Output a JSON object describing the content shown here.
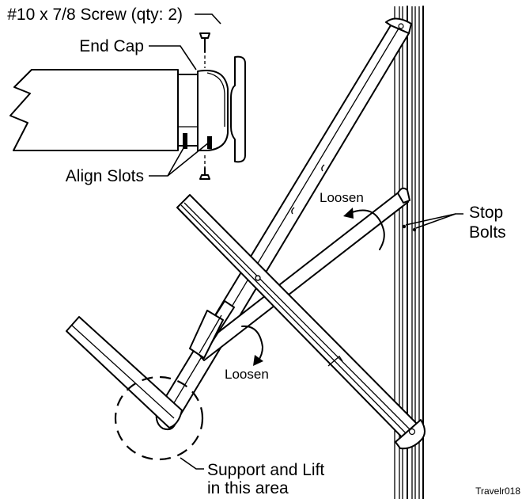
{
  "labels": {
    "screw": "#10 x 7/8 Screw (qty: 2)",
    "end_cap": "End Cap",
    "align_slots": "Align Slots",
    "loosen_upper": "Loosen",
    "loosen_lower": "Loosen",
    "stop_bolts_line1": "Stop",
    "stop_bolts_line2": "Bolts",
    "support_line1": "Support and Lift",
    "support_line2": "in this area",
    "figure_id": "Travelr018"
  }
}
